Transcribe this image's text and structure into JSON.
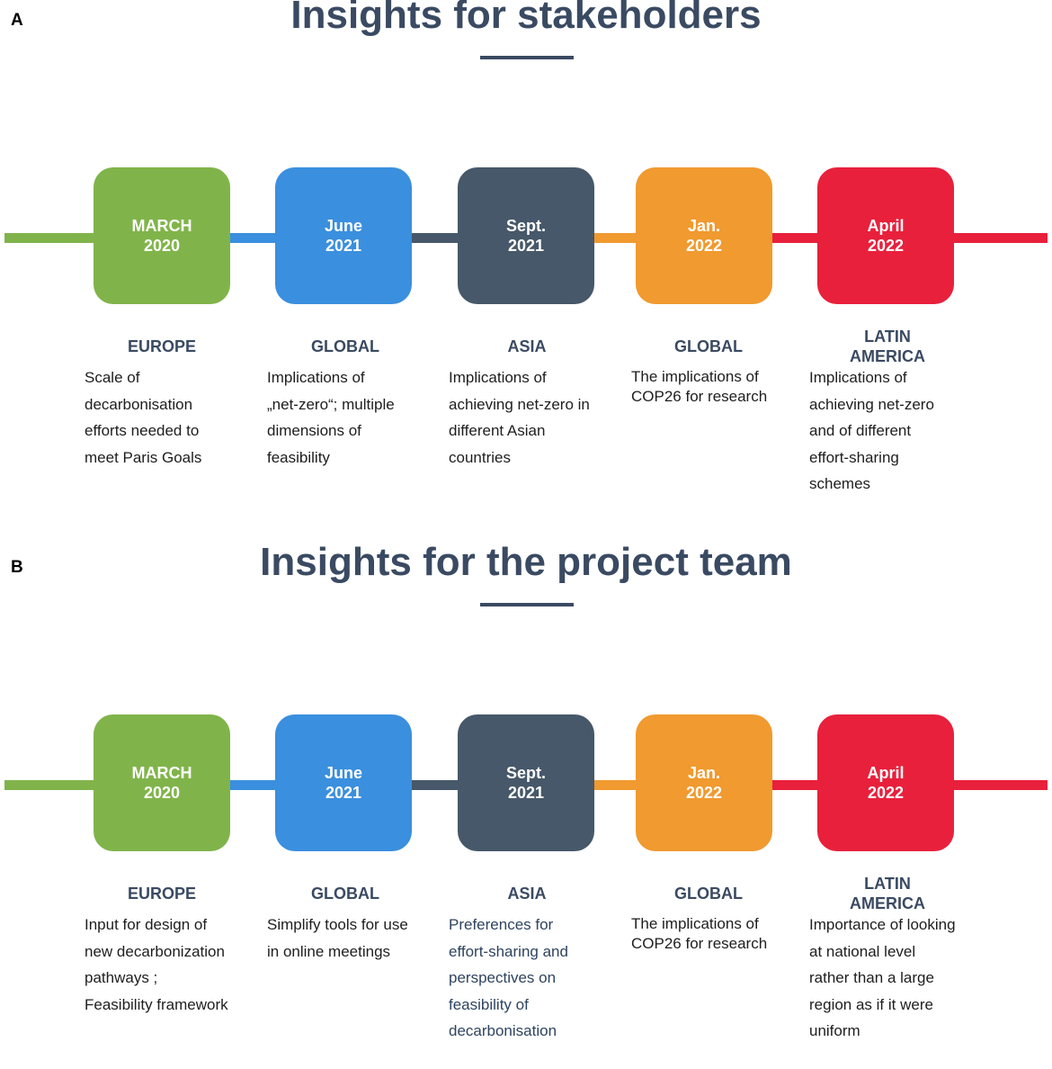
{
  "colors": {
    "green": "#80b44a",
    "blue": "#3a8fde",
    "slate": "#465869",
    "orange": "#f09a2f",
    "red": "#e8203c",
    "title": "#3a4a62"
  },
  "panels": [
    {
      "letter": "A",
      "title": "Insights for stakeholders",
      "milestones": [
        {
          "date_line1": "MARCH",
          "date_line2": "2020",
          "region": "EUROPE",
          "description": [
            "Scale of",
            "decarbonisation",
            "efforts needed to",
            "meet Paris Goals"
          ]
        },
        {
          "date_line1": "June",
          "date_line2": "2021",
          "region": "GLOBAL",
          "description": [
            "Implications of",
            "„net-zero“; multiple",
            "dimensions of",
            "feasibility"
          ]
        },
        {
          "date_line1": "Sept.",
          "date_line2": "2021",
          "region": "ASIA",
          "description": [
            "Implications of",
            "achieving net-zero in",
            "different Asian",
            "countries"
          ]
        },
        {
          "date_line1": "Jan.",
          "date_line2": "2022",
          "region": "GLOBAL",
          "description": [
            "The implications of",
            "COP26 for research"
          ]
        },
        {
          "date_line1": "April",
          "date_line2": "2022",
          "region": "LATIN AMERICA",
          "region_line1": "LATIN",
          "region_line2": "AMERICA",
          "description": [
            "Implications of",
            "achieving net-zero",
            "and of different",
            "effort-sharing",
            "schemes"
          ]
        }
      ]
    },
    {
      "letter": "B",
      "title": "Insights for the project team",
      "milestones": [
        {
          "date_line1": "MARCH",
          "date_line2": "2020",
          "region": "EUROPE",
          "description": [
            "Input for design of",
            "new decarbonization",
            "pathways ;",
            "Feasibility framework"
          ]
        },
        {
          "date_line1": "June",
          "date_line2": "2021",
          "region": "GLOBAL",
          "description": [
            "Simplify tools for use",
            "in online meetings"
          ]
        },
        {
          "date_line1": "Sept.",
          "date_line2": "2021",
          "region": "ASIA",
          "description": [
            "Preferences for",
            "effort-sharing and",
            "perspectives on",
            "feasibility of",
            "decarbonisation"
          ]
        },
        {
          "date_line1": "Jan.",
          "date_line2": "2022",
          "region": "GLOBAL",
          "description": [
            "The implications of",
            "COP26 for research"
          ]
        },
        {
          "date_line1": "April",
          "date_line2": "2022",
          "region": "LATIN AMERICA",
          "region_line1": "LATIN",
          "region_line2": "AMERICA",
          "description": [
            "Importance of looking",
            "at national level",
            "rather than a large",
            "region as if it were",
            "uniform"
          ]
        }
      ]
    }
  ]
}
